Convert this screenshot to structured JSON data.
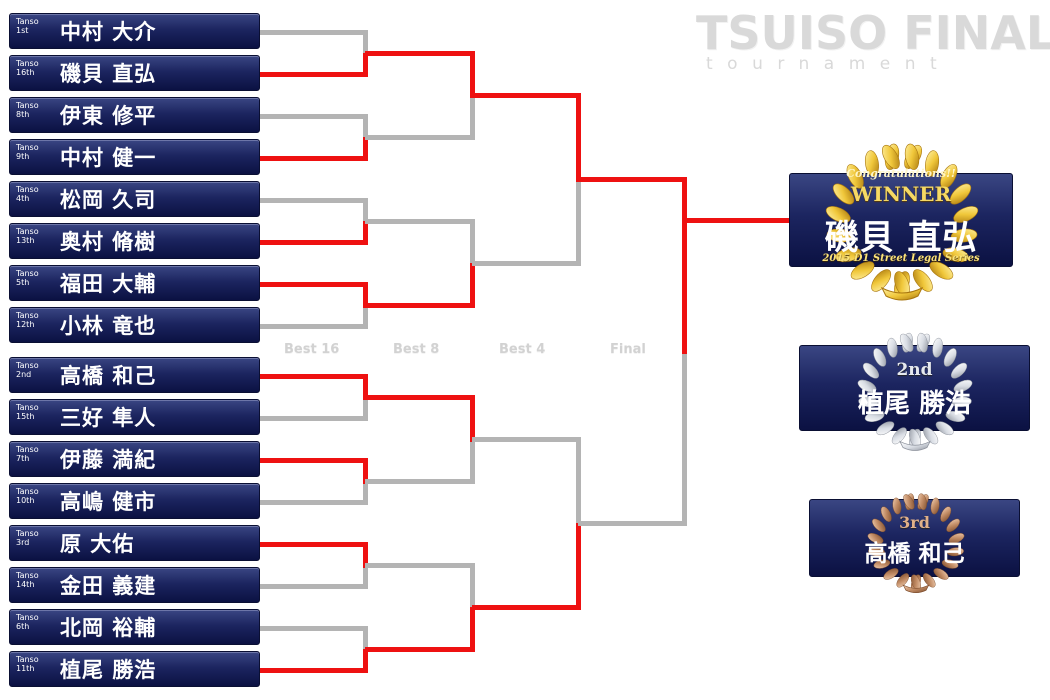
{
  "header": {
    "title": "TSUISO FINAL",
    "subtitle": "tournament"
  },
  "rounds": [
    "Best 16",
    "Best 8",
    "Best 4",
    "Final"
  ],
  "entries": [
    {
      "seed_prefix": "Tanso",
      "seed": "1st",
      "name": "中村 大介",
      "winner": false
    },
    {
      "seed_prefix": "Tanso",
      "seed": "16th",
      "name": "磯貝 直弘",
      "winner": true
    },
    {
      "seed_prefix": "Tanso",
      "seed": "8th",
      "name": "伊東 修平",
      "winner": false
    },
    {
      "seed_prefix": "Tanso",
      "seed": "9th",
      "name": "中村 健一",
      "winner": true
    },
    {
      "seed_prefix": "Tanso",
      "seed": "4th",
      "name": "松岡 久司",
      "winner": false
    },
    {
      "seed_prefix": "Tanso",
      "seed": "13th",
      "name": "奥村 脩樹",
      "winner": true
    },
    {
      "seed_prefix": "Tanso",
      "seed": "5th",
      "name": "福田 大輔",
      "winner": true
    },
    {
      "seed_prefix": "Tanso",
      "seed": "12th",
      "name": "小林 竜也",
      "winner": false
    },
    {
      "seed_prefix": "Tanso",
      "seed": "2nd",
      "name": "高橋 和己",
      "winner": true
    },
    {
      "seed_prefix": "Tanso",
      "seed": "15th",
      "name": "三好 隼人",
      "winner": false
    },
    {
      "seed_prefix": "Tanso",
      "seed": "7th",
      "name": "伊藤 満紀",
      "winner": true
    },
    {
      "seed_prefix": "Tanso",
      "seed": "10th",
      "name": "高嶋 健市",
      "winner": false
    },
    {
      "seed_prefix": "Tanso",
      "seed": "3rd",
      "name": "原 大佑",
      "winner": true
    },
    {
      "seed_prefix": "Tanso",
      "seed": "14th",
      "name": "金田 義建",
      "winner": false
    },
    {
      "seed_prefix": "Tanso",
      "seed": "6th",
      "name": "北岡 裕輔",
      "winner": false
    },
    {
      "seed_prefix": "Tanso",
      "seed": "11th",
      "name": "植尾 勝浩",
      "winner": true
    }
  ],
  "bracket": {
    "round2_winners": [
      true,
      false,
      false,
      true,
      true,
      false,
      false,
      true
    ],
    "round3_winners": [
      true,
      false,
      false,
      true
    ],
    "final_winner_top": true
  },
  "results": {
    "winner": {
      "congrats": "Congratulations!!",
      "label": "WINNER",
      "name": "磯貝 直弘",
      "series": "2015 D1 Street Legal Series"
    },
    "second": {
      "label": "2nd",
      "name": "植尾 勝浩"
    },
    "third": {
      "label": "3rd",
      "name": "高橋 和己"
    }
  },
  "colors": {
    "win_line": "#ee1111",
    "lose_line": "#b4b4b4",
    "entry_bg": "#1c2560",
    "gold": "#f0c73a",
    "silver": "#dfe3ea",
    "bronze": "#c08a63"
  }
}
